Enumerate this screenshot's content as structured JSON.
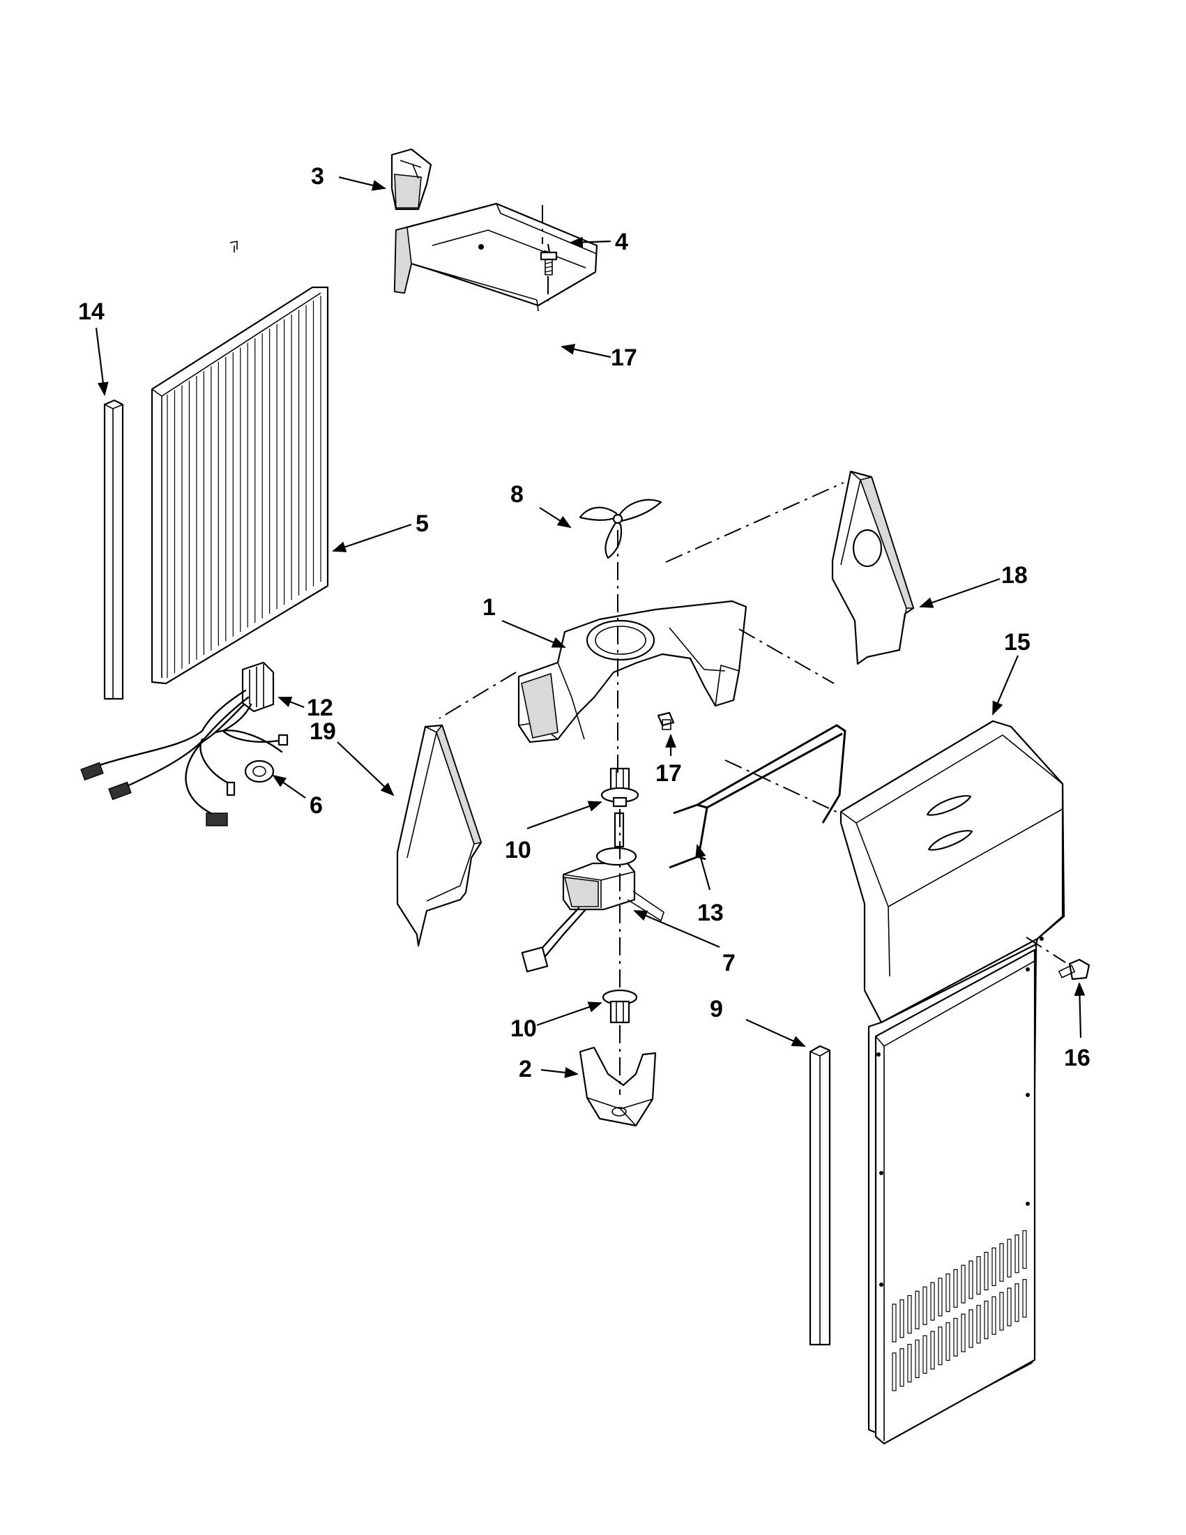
{
  "callouts": {
    "c1": "1",
    "c2": "2",
    "c3": "3",
    "c4": "4",
    "c5": "5",
    "c6": "6",
    "c7": "7",
    "c8": "8",
    "c9": "9",
    "c10a": "10",
    "c10b": "10",
    "c12": "12",
    "c13": "13",
    "c14": "14",
    "c15": "15",
    "c16": "16",
    "c17a": "17",
    "c17b": "17",
    "c18": "18",
    "c19": "19"
  }
}
